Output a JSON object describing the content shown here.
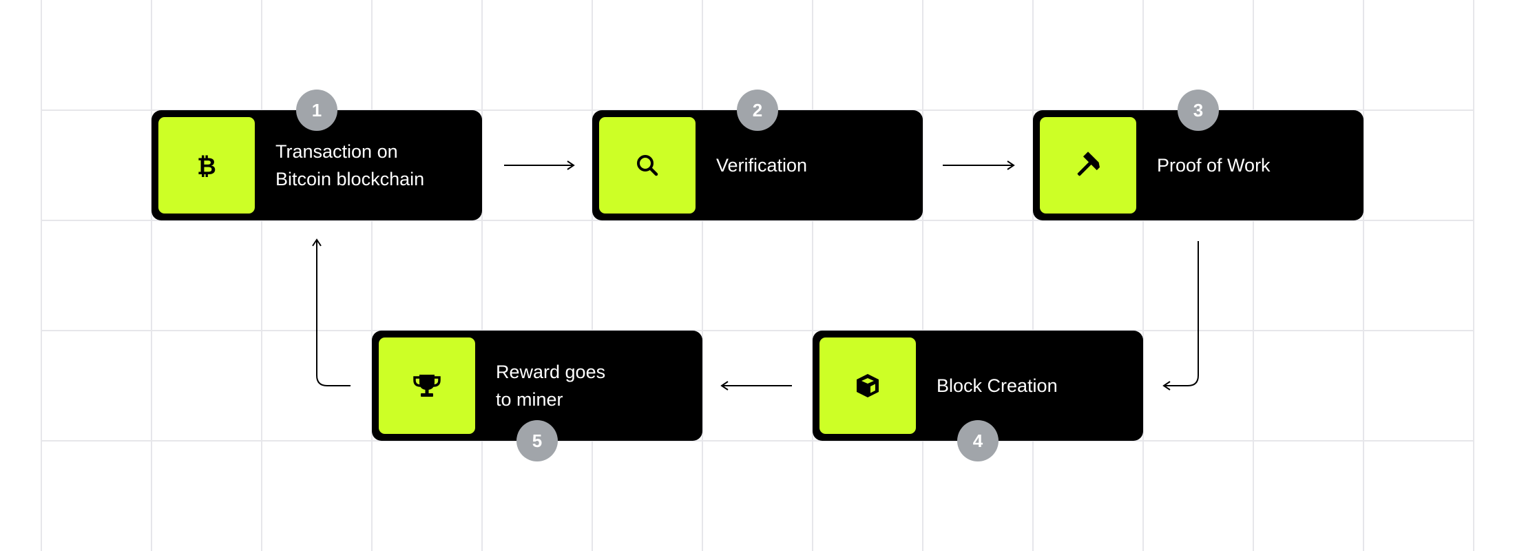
{
  "colors": {
    "accent": "#cdff26",
    "card": "#000000",
    "badge": "#a1a5aa",
    "grid": "#e6e6ea"
  },
  "steps": [
    {
      "number": "1",
      "label": "Transaction on\nBitcoin blockchain",
      "icon": "bitcoin-icon"
    },
    {
      "number": "2",
      "label": "Verification",
      "icon": "search-icon"
    },
    {
      "number": "3",
      "label": "Proof of Work",
      "icon": "hammer-icon"
    },
    {
      "number": "4",
      "label": "Block Creation",
      "icon": "cube-icon"
    },
    {
      "number": "5",
      "label": "Reward goes\nto miner",
      "icon": "trophy-icon"
    }
  ]
}
